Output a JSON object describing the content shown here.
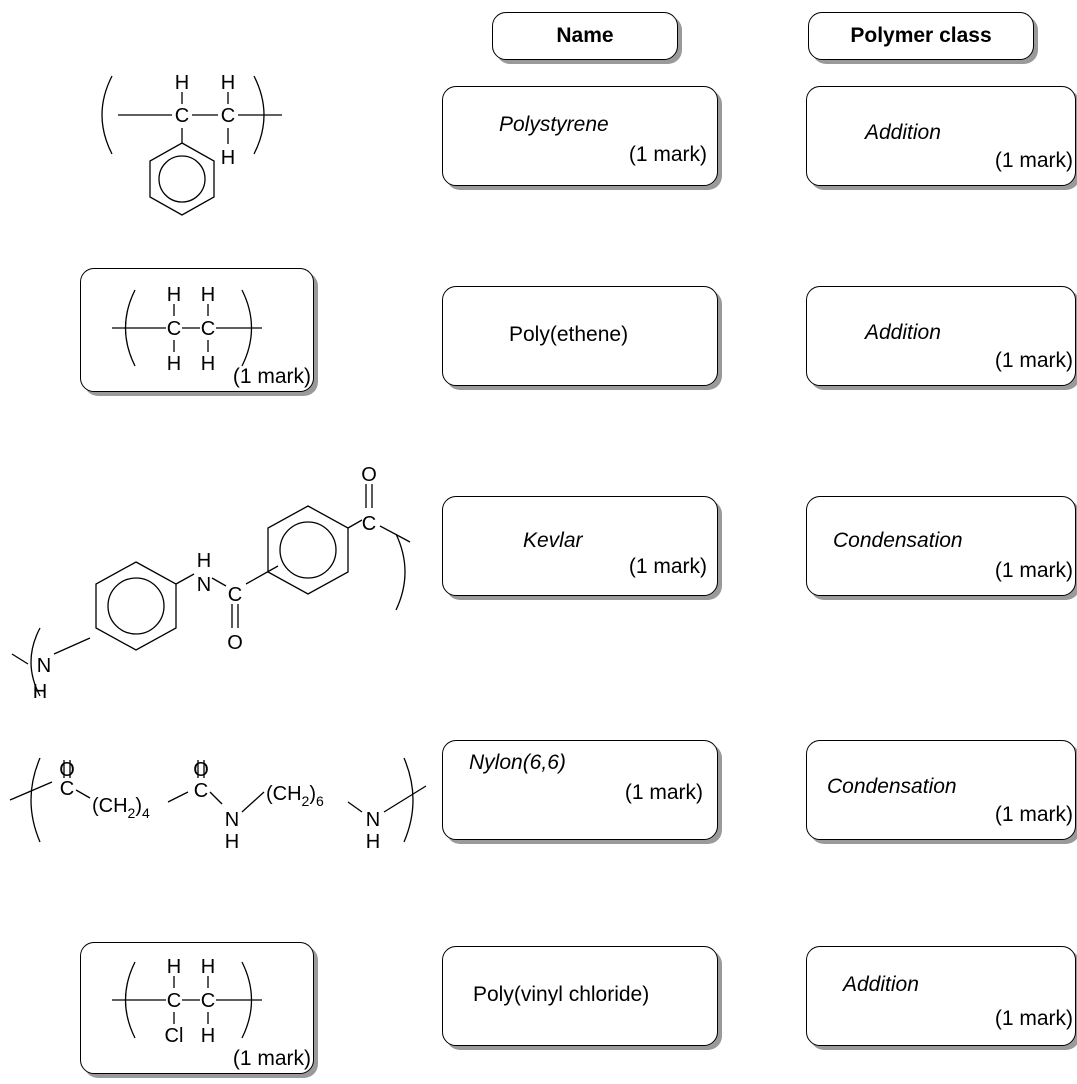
{
  "headers": {
    "name": "Name",
    "polymer_class": "Polymer class"
  },
  "mark_label": "(1 mark)",
  "rows": [
    {
      "name": "Polystyrene",
      "polymer_class": "Addition",
      "atoms": {
        "h1": "H",
        "h2": "H",
        "c1": "C",
        "c2": "C",
        "h3": "H"
      }
    },
    {
      "name": "Poly(ethene)",
      "polymer_class": "Addition",
      "atoms": {
        "h1": "H",
        "h2": "H",
        "c1": "C",
        "c2": "C",
        "h3": "H",
        "h4": "H"
      }
    },
    {
      "name": "Kevlar",
      "polymer_class": "Condensation",
      "atoms": {
        "n1": "N",
        "h1": "H",
        "n2": "N",
        "h2": "H",
        "c1": "C",
        "o1": "O",
        "c2": "C",
        "o2": "O"
      }
    },
    {
      "name": "Nylon(6,6)",
      "polymer_class": "Condensation",
      "atoms": {
        "o1": "O",
        "c1": "C",
        "ch2a": "(CH",
        "sub2": "2",
        "paren": ")",
        "sub4": "4",
        "o2": "O",
        "c2": "C",
        "n1": "N",
        "h1": "H",
        "ch2b": "(CH",
        "sub2b": "2",
        "parenb": ")",
        "sub6": "6",
        "n2": "N",
        "h2": "H"
      }
    },
    {
      "name": "Poly(vinyl chloride)",
      "polymer_class": "Addition",
      "atoms": {
        "h1": "H",
        "h2": "H",
        "c1": "C",
        "c2": "C",
        "cl": "Cl",
        "h3": "H"
      }
    }
  ]
}
